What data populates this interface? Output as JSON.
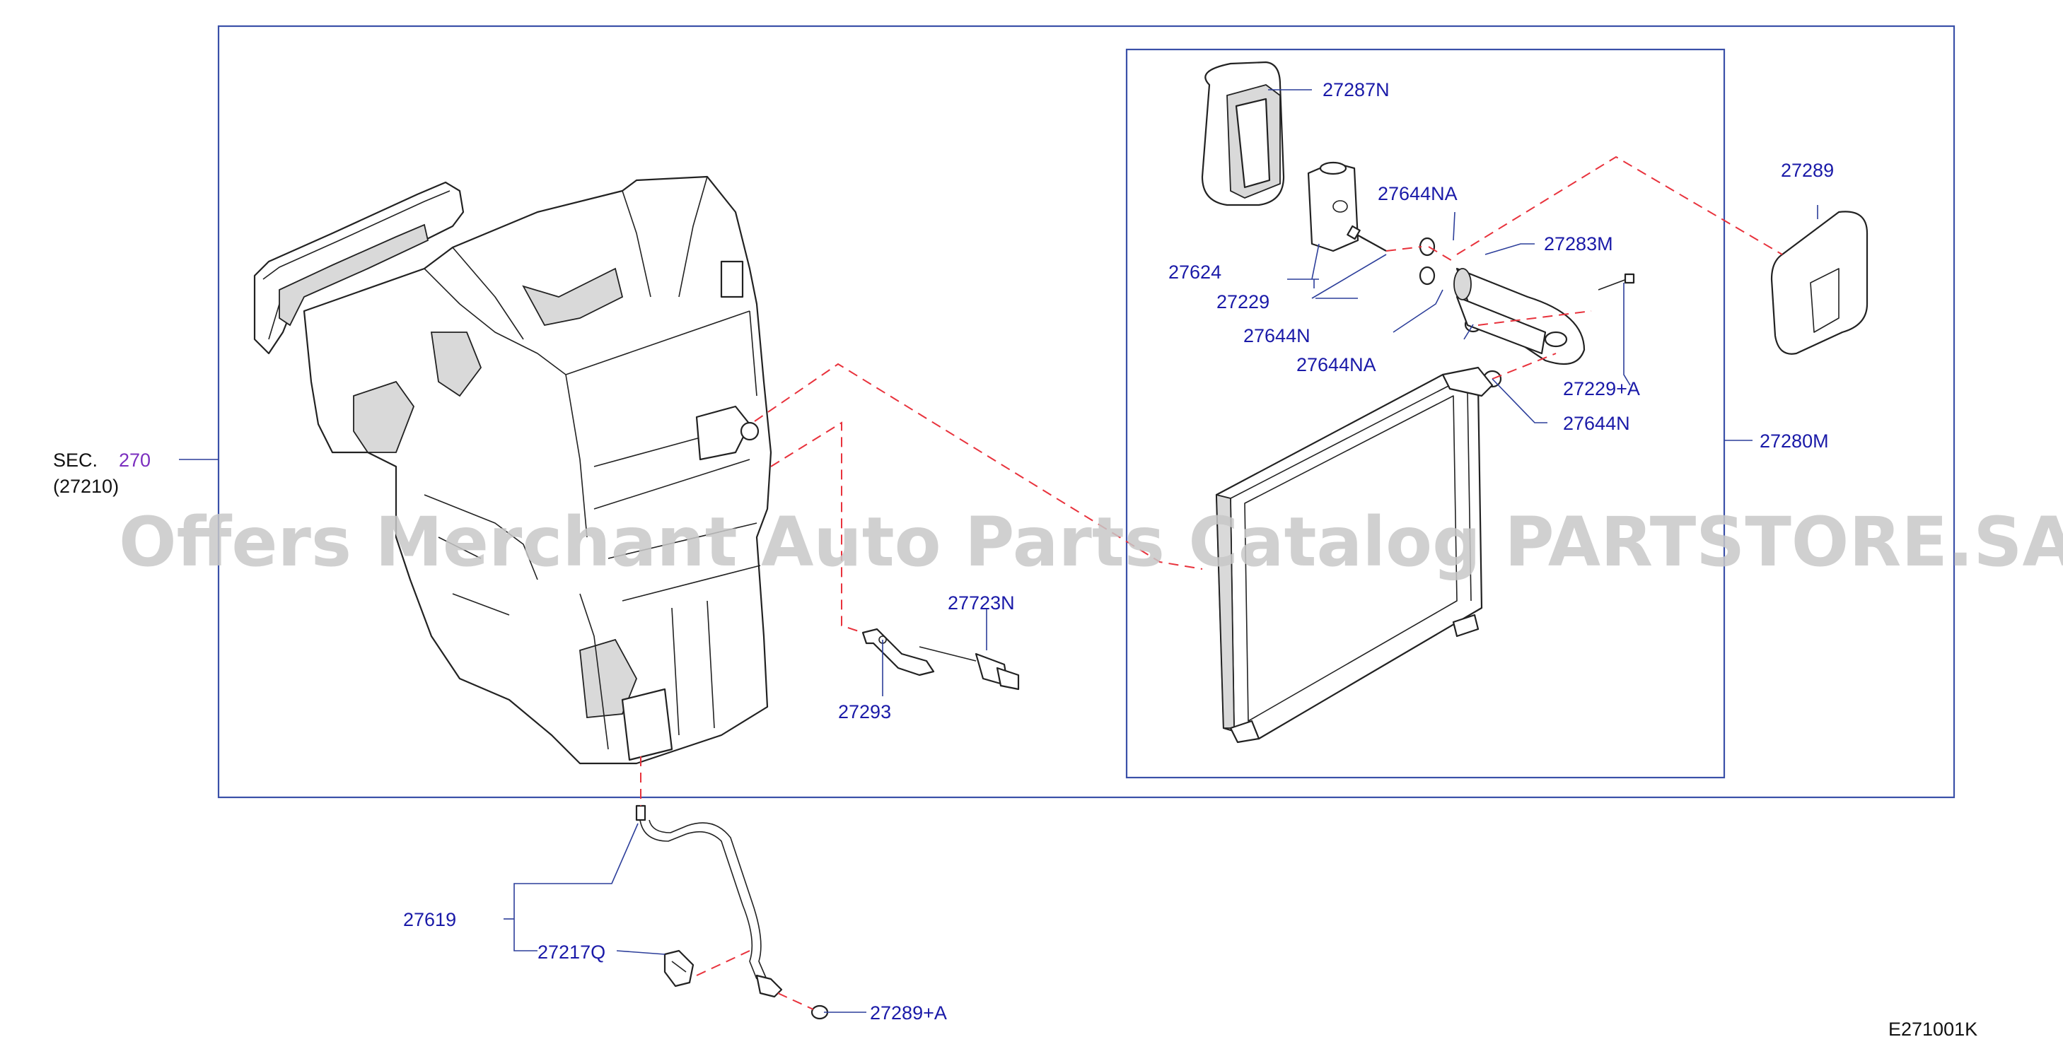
{
  "labels": {
    "sec": "SEC.",
    "sec_num": "270",
    "sec_sub": "(27210)",
    "p27287N": "27287N",
    "p27644NA_a": "27644NA",
    "p27283M": "27283M",
    "p27289": "27289",
    "p27624": "27624",
    "p27229": "27229",
    "p27644N_a": "27644N",
    "p27644NA_b": "27644NA",
    "p27229A": "27229+A",
    "p27644N_b": "27644N",
    "p27280M": "27280M",
    "p27723N": "27723N",
    "p27293": "27293",
    "p27619": "27619",
    "p27217Q": "27217Q",
    "p27289A": "27289+A",
    "code": "E271001K"
  },
  "watermark": "Offers Merchant Auto Parts Catalog PARTSTORE.SA",
  "colors": {
    "part_label": "#1a1aa8",
    "sec_ref": "#7b2fbf",
    "frame": "#3a50a8",
    "dashed_line": "#e8323c"
  }
}
